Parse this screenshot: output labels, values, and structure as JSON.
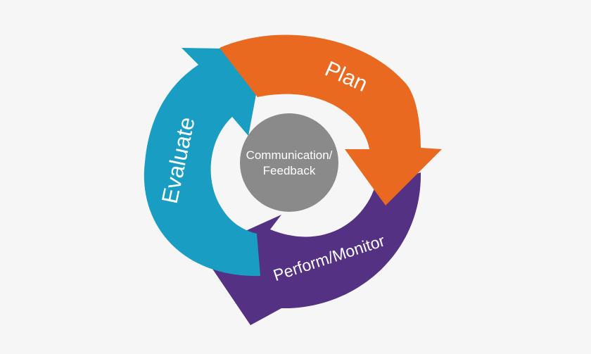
{
  "diagram": {
    "segments": [
      {
        "id": "plan",
        "label": "Plan",
        "color": "#e8691f"
      },
      {
        "id": "perform",
        "label": "Perform/Monitor",
        "color": "#553183"
      },
      {
        "id": "evaluate",
        "label": "Evaluate",
        "color": "#1a9dc2"
      }
    ],
    "hub": {
      "line1": "Communication/",
      "line2": "Feedback",
      "color": "#8a8a8a"
    }
  }
}
